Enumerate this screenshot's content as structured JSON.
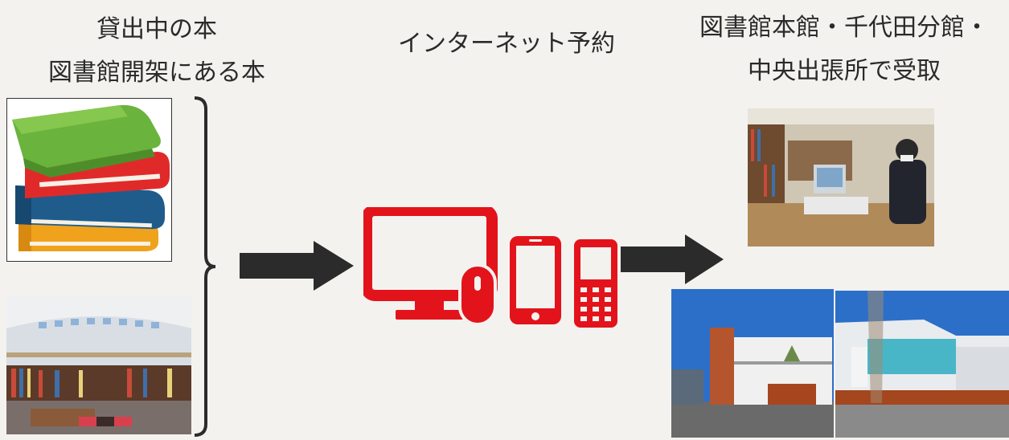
{
  "headings": {
    "source_line1": "貸出中の本",
    "source_line2": "図書館開架にある本",
    "middle": "インターネット予約",
    "pickup_line1": "図書館本館・千代田分館・",
    "pickup_line2": "中央出張所で受取"
  },
  "colors": {
    "accent": "#e3131b",
    "arrow": "#2b2b2b"
  }
}
